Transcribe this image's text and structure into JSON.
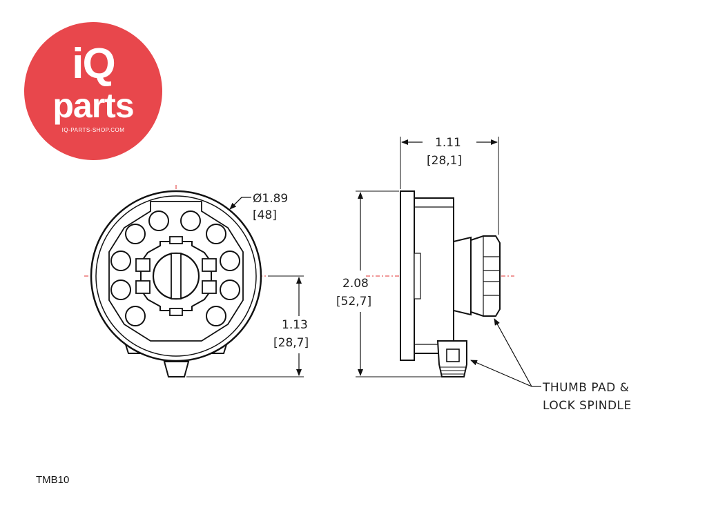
{
  "logo": {
    "brand_top": "iQ",
    "brand_bottom": "parts",
    "website": "IQ-PARTS-SHOP.COM",
    "background_color": "#e8474c"
  },
  "dimensions": {
    "diameter_in": "Ø1.89",
    "diameter_mm": "[48]",
    "center_height_in": "1.13",
    "center_height_mm": "[28,7]",
    "total_height_in": "2.08",
    "total_height_mm": "[52,7]",
    "depth_in": "1.11",
    "depth_mm": "[28,1]"
  },
  "callout": {
    "line1": "THUMB PAD &",
    "line2": "LOCK SPINDLE"
  },
  "part_code": "TMB10",
  "colors": {
    "centerline": "#e03030",
    "outline": "#111111"
  }
}
